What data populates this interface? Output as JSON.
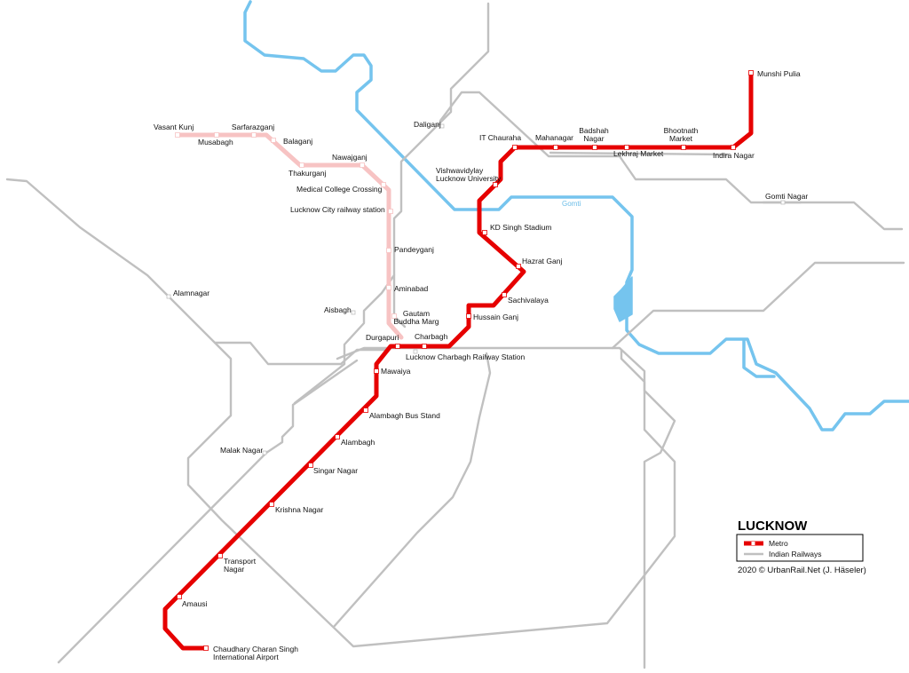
{
  "city_title": "LUCKNOW",
  "river_name": "Gomti",
  "legend": {
    "metro_label": "Metro",
    "railway_label": "Indian Railways"
  },
  "credit": "2020 © UrbanRail.Net (J. Häseler)",
  "colors": {
    "metro_red": "#e60000",
    "metro_pink": "#f7c3c3",
    "railway_grey": "#c0c0c0",
    "river_blue": "#75c4ee",
    "station_fill": "#ffffff"
  },
  "red_line_stations": [
    {
      "id": "munshi-pulia",
      "lines": [
        "Munshi Pulia"
      ]
    },
    {
      "id": "indira-nagar",
      "lines": [
        "Indira Nagar"
      ]
    },
    {
      "id": "bhootnath-market",
      "lines": [
        "Bhootnath",
        "Market"
      ]
    },
    {
      "id": "lekhraj-market",
      "lines": [
        "Lekhraj Market"
      ]
    },
    {
      "id": "badshah-nagar",
      "lines": [
        "Badshah",
        "Nagar"
      ]
    },
    {
      "id": "mahanagar",
      "lines": [
        "Mahanagar"
      ]
    },
    {
      "id": "it-chauraha",
      "lines": [
        "IT Chauraha"
      ]
    },
    {
      "id": "vishwavidylay",
      "lines": [
        "Vishwavidylay",
        "Lucknow University"
      ]
    },
    {
      "id": "kd-singh-stadium",
      "lines": [
        "KD Singh Stadium"
      ]
    },
    {
      "id": "hazrat-ganj",
      "lines": [
        "Hazrat Ganj"
      ]
    },
    {
      "id": "sachivalaya",
      "lines": [
        "Sachivalaya"
      ]
    },
    {
      "id": "hussain-ganj",
      "lines": [
        "Hussain Ganj"
      ]
    },
    {
      "id": "charbagh",
      "lines": [
        "Charbagh"
      ]
    },
    {
      "id": "durgapuri",
      "lines": [
        "Durgapuri"
      ]
    },
    {
      "id": "mawaiya",
      "lines": [
        "Mawaiya"
      ]
    },
    {
      "id": "alambagh-bus-stand",
      "lines": [
        "Alambagh Bus Stand"
      ]
    },
    {
      "id": "alambagh",
      "lines": [
        "Alambagh"
      ]
    },
    {
      "id": "singar-nagar",
      "lines": [
        "Singar Nagar"
      ]
    },
    {
      "id": "krishna-nagar",
      "lines": [
        "Krishna Nagar"
      ]
    },
    {
      "id": "transport-nagar",
      "lines": [
        "Transport",
        "Nagar"
      ]
    },
    {
      "id": "amausi",
      "lines": [
        "Amausi"
      ]
    },
    {
      "id": "airport",
      "lines": [
        "Chaudhary Charan Singh",
        "International Airport"
      ]
    }
  ],
  "pink_line_stations": [
    {
      "id": "vasant-kunj",
      "lines": [
        "Vasant Kunj"
      ]
    },
    {
      "id": "musabagh",
      "lines": [
        "Musabagh"
      ]
    },
    {
      "id": "sarfarazganj",
      "lines": [
        "Sarfarazganj"
      ]
    },
    {
      "id": "balaganj",
      "lines": [
        "Balaganj"
      ]
    },
    {
      "id": "thakurganj",
      "lines": [
        "Thakurganj"
      ]
    },
    {
      "id": "nawajganj",
      "lines": [
        "Nawajganj"
      ]
    },
    {
      "id": "medical-college-crossing",
      "lines": [
        "Medical College Crossing"
      ]
    },
    {
      "id": "lucknow-city-railway-station",
      "lines": [
        "Lucknow City railway station"
      ]
    },
    {
      "id": "pandeyganj",
      "lines": [
        "Pandeyganj"
      ]
    },
    {
      "id": "aminabad",
      "lines": [
        "Aminabad"
      ]
    },
    {
      "id": "gautam-buddha-marg",
      "lines": [
        "Gautam",
        "Buddha Marg"
      ]
    }
  ],
  "railway_stations": [
    {
      "id": "daliganj",
      "lines": [
        "Daliganj"
      ]
    },
    {
      "id": "gomti-nagar",
      "lines": [
        "Gomti Nagar"
      ]
    },
    {
      "id": "alamnagar",
      "lines": [
        "Alamnagar"
      ]
    },
    {
      "id": "aisbagh",
      "lines": [
        "Aisbagh"
      ]
    },
    {
      "id": "lucknow-charbagh-railway-station",
      "lines": [
        "Lucknow Charbagh Railway Station"
      ]
    },
    {
      "id": "malak-nagar",
      "lines": [
        "Malak Nagar"
      ]
    }
  ]
}
